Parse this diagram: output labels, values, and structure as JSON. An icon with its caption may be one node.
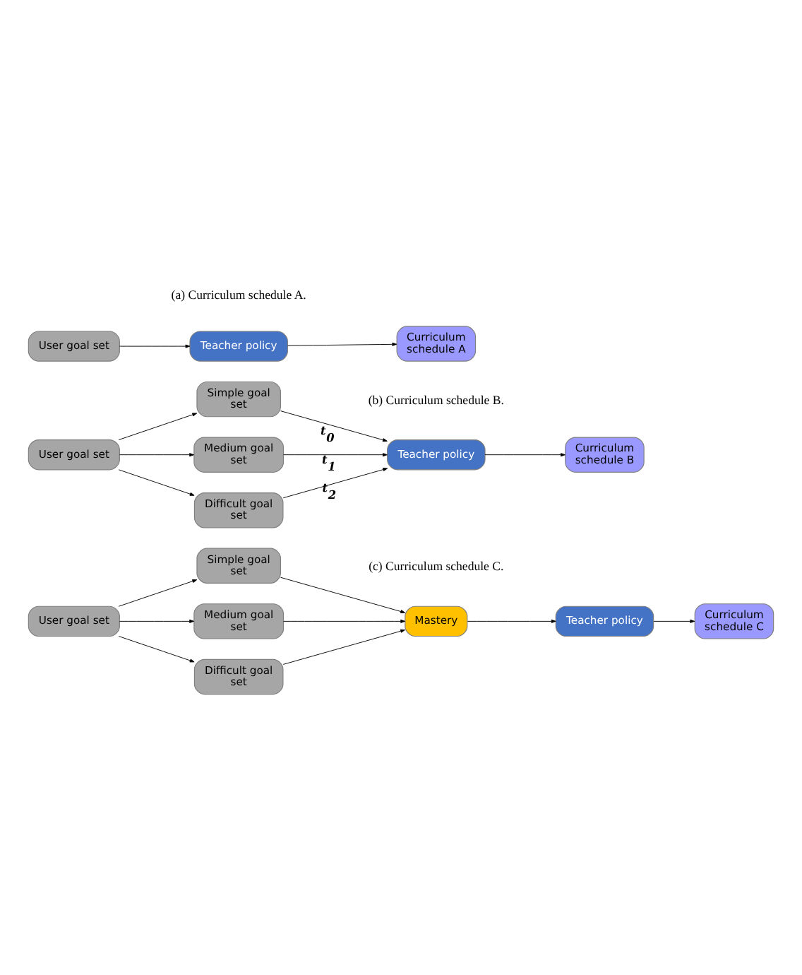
{
  "diagram": {
    "nodes": [
      {
        "text": [
          "User goal set"
        ]
      },
      {
        "text": [
          "Teacher policy"
        ]
      },
      {
        "text": [
          "Curriculum schedule A"
        ]
      },
      {
        "text": [
          "User goal set"
        ]
      },
      {
        "text": [
          "Simple goal set"
        ]
      },
      {
        "text": [
          "Medium goal set"
        ]
      },
      {
        "text": [
          "Difficult goal set"
        ]
      },
      {
        "text": [
          "Teacher policy"
        ]
      },
      {
        "text": [
          "Curriculum schedule B"
        ]
      },
      {
        "text": [
          "User goal set"
        ]
      },
      {
        "text": [
          "Simple goal set"
        ]
      },
      {
        "text": [
          "Medium goal set"
        ]
      },
      {
        "text": [
          "Difficult goal set"
        ]
      },
      {
        "text": [
          "Mastery"
        ]
      },
      {
        "text": [
          "Teacher policy"
        ]
      },
      {
        "text": [
          "Curriculum schedule C"
        ]
      }
    ],
    "edges": [
      {
        "from": 0,
        "to": 1,
        "arrow": "to"
      },
      {
        "from": 1,
        "to": 2,
        "arrow": "to"
      },
      {
        "from": 3,
        "to": 4,
        "arrow": "to"
      },
      {
        "from": 3,
        "to": 5,
        "arrow": "to"
      },
      {
        "from": 3,
        "to": 6,
        "arrow": "to"
      },
      {
        "from": 4,
        "to": 7,
        "arrow": "to",
        "label": "t$_{0}$"
      },
      {
        "from": 5,
        "to": 7,
        "arrow": "to",
        "label": "t$_{1}$"
      },
      {
        "from": 6,
        "to": 7,
        "arrow": "to",
        "label": "t$_{2}$"
      },
      {
        "from": 7,
        "to": 8,
        "arrow": "to"
      },
      {
        "from": 9,
        "to": 10,
        "arrow": "to"
      },
      {
        "from": 9,
        "to": 11,
        "arrow": "to"
      },
      {
        "from": 9,
        "to": 12,
        "arrow": "to"
      },
      {
        "from": 10,
        "to": 13,
        "arrow": "to"
      },
      {
        "from": 11,
        "to": 13,
        "arrow": "to"
      },
      {
        "from": 12,
        "to": 13,
        "arrow": "to"
      },
      {
        "from": 13,
        "to": 14,
        "arrow": "to"
      },
      {
        "from": 14,
        "to": 15,
        "arrow": "to"
      }
    ],
    "labels": [
      "(a) Curriculum schedule A.",
      "(b) Curriculum schedule B.",
      "(c) Curriculum schedule C."
    ]
  }
}
